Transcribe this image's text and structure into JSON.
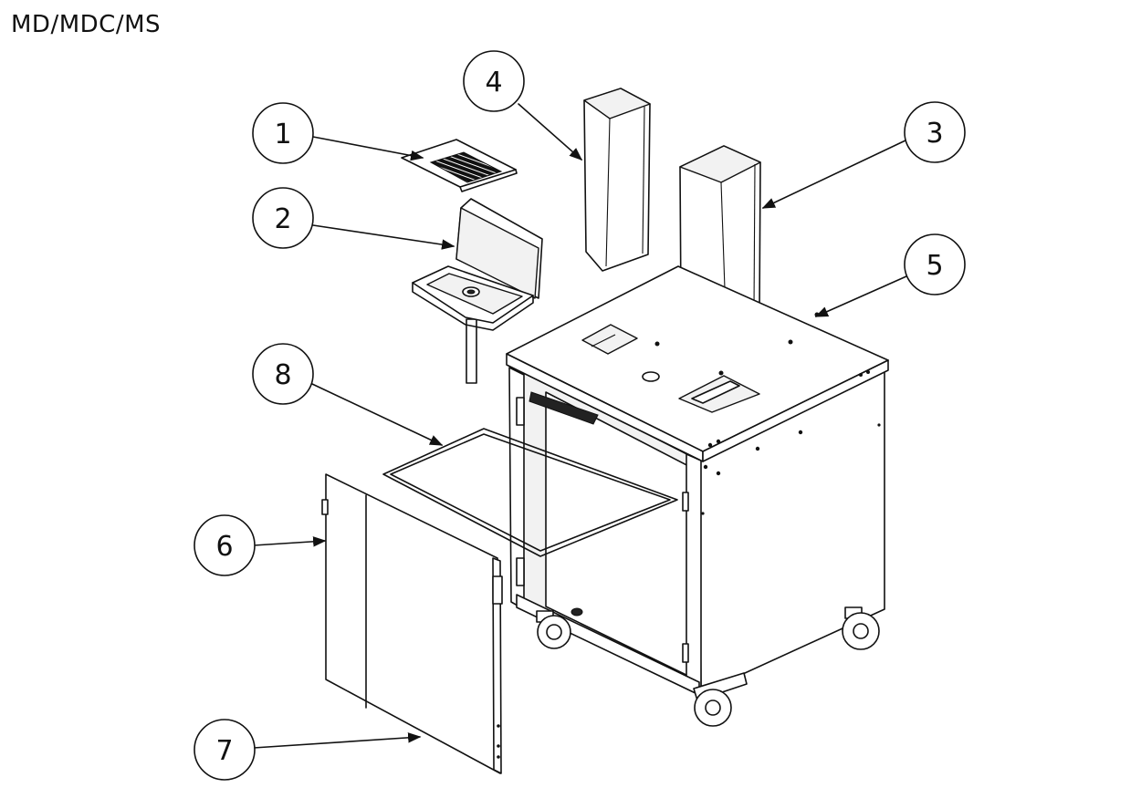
{
  "title": "MD/MDC/MS",
  "callouts": [
    "1",
    "2",
    "3",
    "4",
    "5",
    "6",
    "7",
    "8"
  ]
}
